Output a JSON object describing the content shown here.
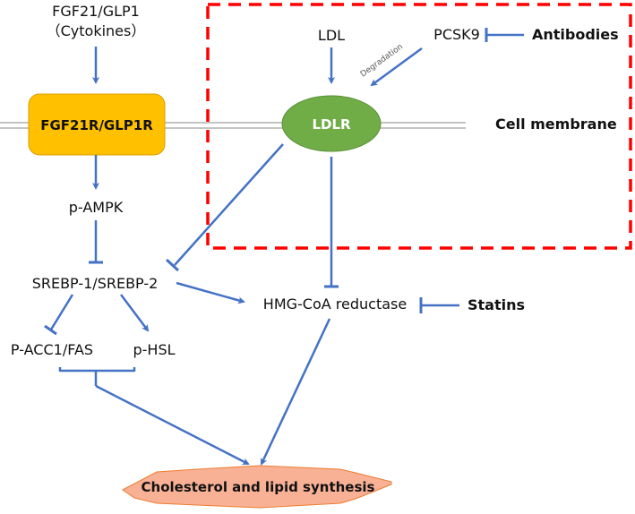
{
  "colors": {
    "arrow": "#4472c4",
    "dashed_box": "#ff0000",
    "membrane": "#b0b0b0",
    "receptor_fill": "#ffc000",
    "receptor_stroke": "#d9a000",
    "ldlr_fill": "#70ad47",
    "ldlr_stroke": "#5a8f38",
    "outcome_fill": "#f8b195",
    "outcome_stroke": "#ed7d31"
  },
  "nodes": {
    "ligand_line1": "FGF21/GLP1",
    "ligand_line2": "（Cytokines）",
    "receptor": "FGF21R/GLP1R",
    "pampk": "p-AMPK",
    "srebp": "SREBP-1/SREBP-2",
    "pacc1": "P-ACC1/FAS",
    "phsl": "p-HSL",
    "ldl": "LDL",
    "pcsk9": "PCSK9",
    "antibodies": "Antibodies",
    "ldlr": "LDLR",
    "cell_membrane": "Cell membrane",
    "hmgcoa": "HMG-CoA reductase",
    "statins": "Statins",
    "outcome": "Cholesterol and lipid synthesis"
  },
  "edge_labels": {
    "degradation": "Degradation"
  },
  "edges": [
    {
      "from": "ligand",
      "to": "receptor",
      "type": "activation"
    },
    {
      "from": "receptor",
      "to": "pampk",
      "type": "activation"
    },
    {
      "from": "pampk",
      "to": "srebp",
      "type": "inhibition"
    },
    {
      "from": "ldlr",
      "to": "srebp",
      "type": "inhibition"
    },
    {
      "from": "srebp",
      "to": "hmgcoa",
      "type": "activation"
    },
    {
      "from": "srebp",
      "to": "pacc1",
      "type": "inhibition"
    },
    {
      "from": "srebp",
      "to": "phsl",
      "type": "activation"
    },
    {
      "from": "ldl",
      "to": "ldlr",
      "type": "activation"
    },
    {
      "from": "pcsk9",
      "to": "ldlr",
      "type": "activation",
      "label": "Degradation"
    },
    {
      "from": "antibodies",
      "to": "pcsk9",
      "type": "inhibition"
    },
    {
      "from": "ldlr",
      "to": "hmgcoa",
      "type": "inhibition"
    },
    {
      "from": "statins",
      "to": "hmgcoa",
      "type": "inhibition"
    },
    {
      "from": "pacc1+phsl",
      "to": "outcome",
      "type": "activation"
    },
    {
      "from": "hmgcoa",
      "to": "outcome",
      "type": "activation"
    }
  ]
}
